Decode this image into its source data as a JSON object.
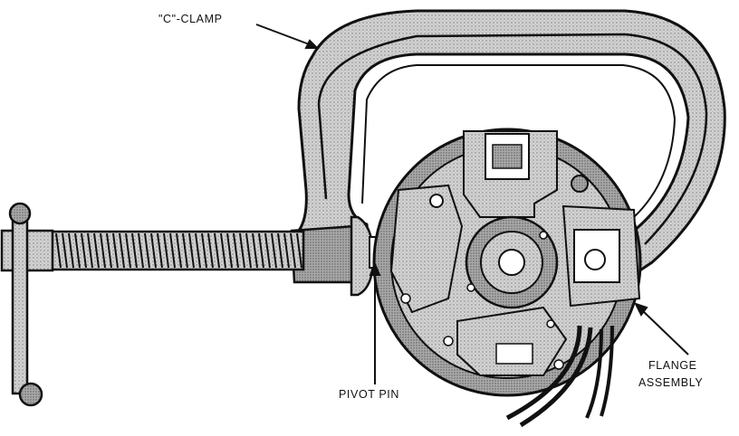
{
  "labels": {
    "c_clamp": "\"C\"-CLAMP",
    "pivot_pin": "PIVOT PIN",
    "flange_line1": "FLANGE",
    "flange_line2": "ASSEMBLY"
  },
  "colors": {
    "ink": "#111111",
    "metal_light": "#d2d2d2",
    "metal_mid": "#a9a9a9",
    "metal_dark": "#7c7c7c",
    "background": "#ffffff"
  }
}
